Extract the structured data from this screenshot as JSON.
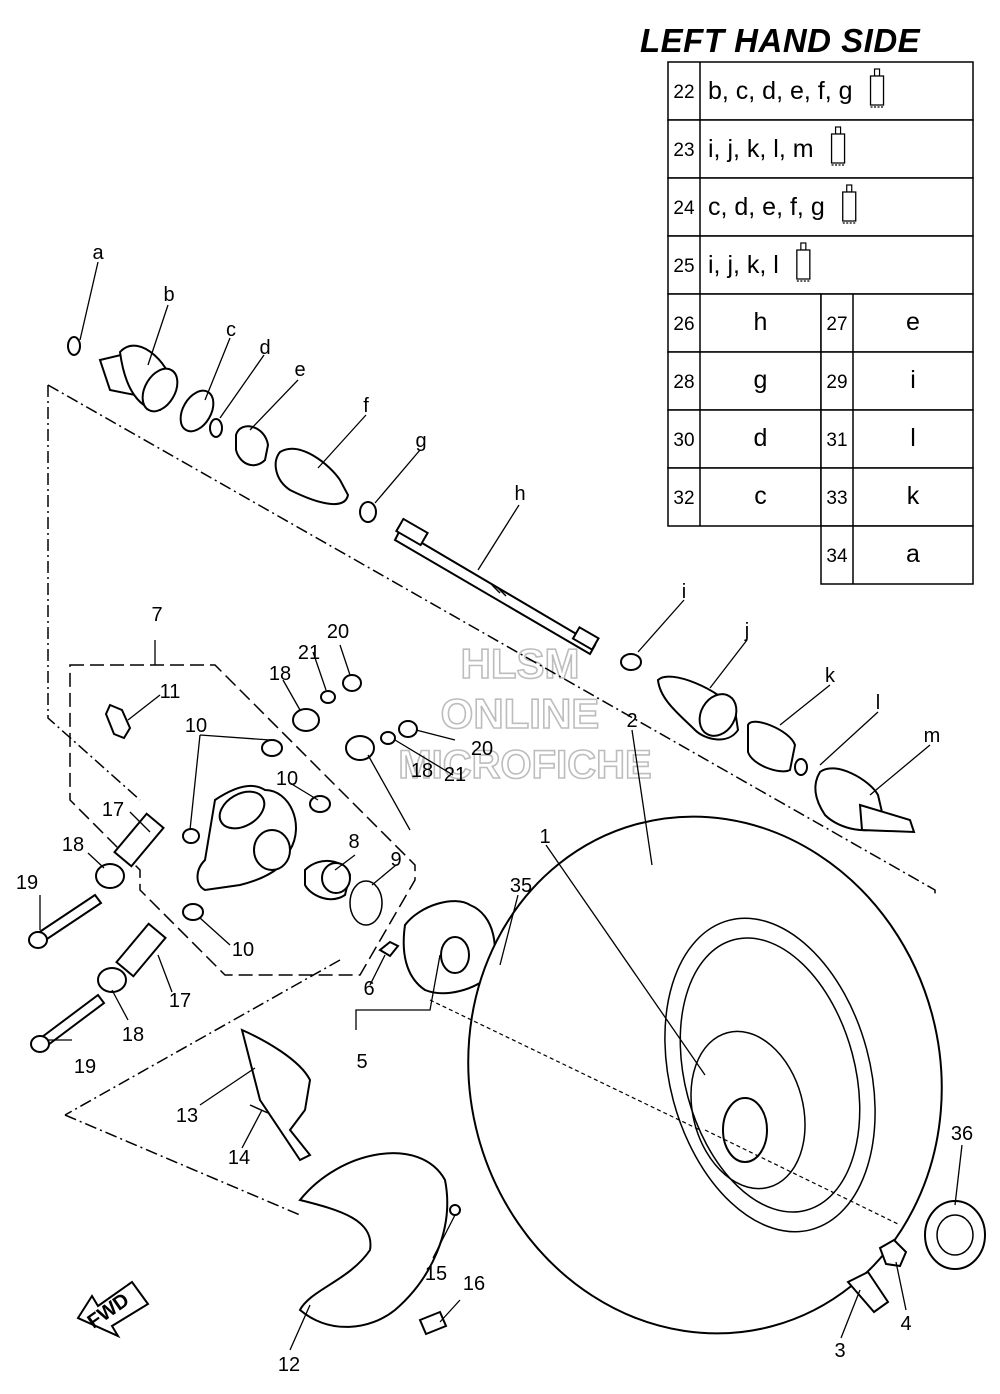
{
  "title": "LEFT HAND SIDE",
  "watermark": [
    "HLSM",
    "ONLINE",
    "MICROFICHE"
  ],
  "sealant_rows": [
    {
      "ref": "22",
      "parts": "b, c, d, e, f, g",
      "icon": "grease-tube-icon"
    },
    {
      "ref": "23",
      "parts": "i, j, k, l, m",
      "icon": "grease-tube-icon"
    },
    {
      "ref": "24",
      "parts": "c, d, e, f, g",
      "icon": "grease-tube-icon"
    },
    {
      "ref": "25",
      "parts": "i, j, k, l",
      "icon": "grease-tube-icon"
    }
  ],
  "pair_rows": [
    [
      {
        "ref": "26",
        "part": "h"
      },
      {
        "ref": "27",
        "part": "e"
      }
    ],
    [
      {
        "ref": "28",
        "part": "g"
      },
      {
        "ref": "29",
        "part": "i"
      }
    ],
    [
      {
        "ref": "30",
        "part": "d"
      },
      {
        "ref": "31",
        "part": "l"
      }
    ],
    [
      {
        "ref": "32",
        "part": "c"
      },
      {
        "ref": "33",
        "part": "k"
      }
    ],
    [
      null,
      {
        "ref": "34",
        "part": "a"
      }
    ]
  ],
  "callouts": [
    "a",
    "b",
    "c",
    "d",
    "e",
    "f",
    "g",
    "h",
    "i",
    "j",
    "k",
    "l",
    "m",
    "1",
    "2",
    "3",
    "4",
    "5",
    "6",
    "7",
    "8",
    "9",
    "10",
    "10",
    "10",
    "11",
    "12",
    "13",
    "14",
    "15",
    "16",
    "17",
    "17",
    "18",
    "18",
    "18",
    "18",
    "19",
    "19",
    "20",
    "20",
    "21",
    "21",
    "35",
    "36"
  ],
  "fwd_label": "FWD"
}
